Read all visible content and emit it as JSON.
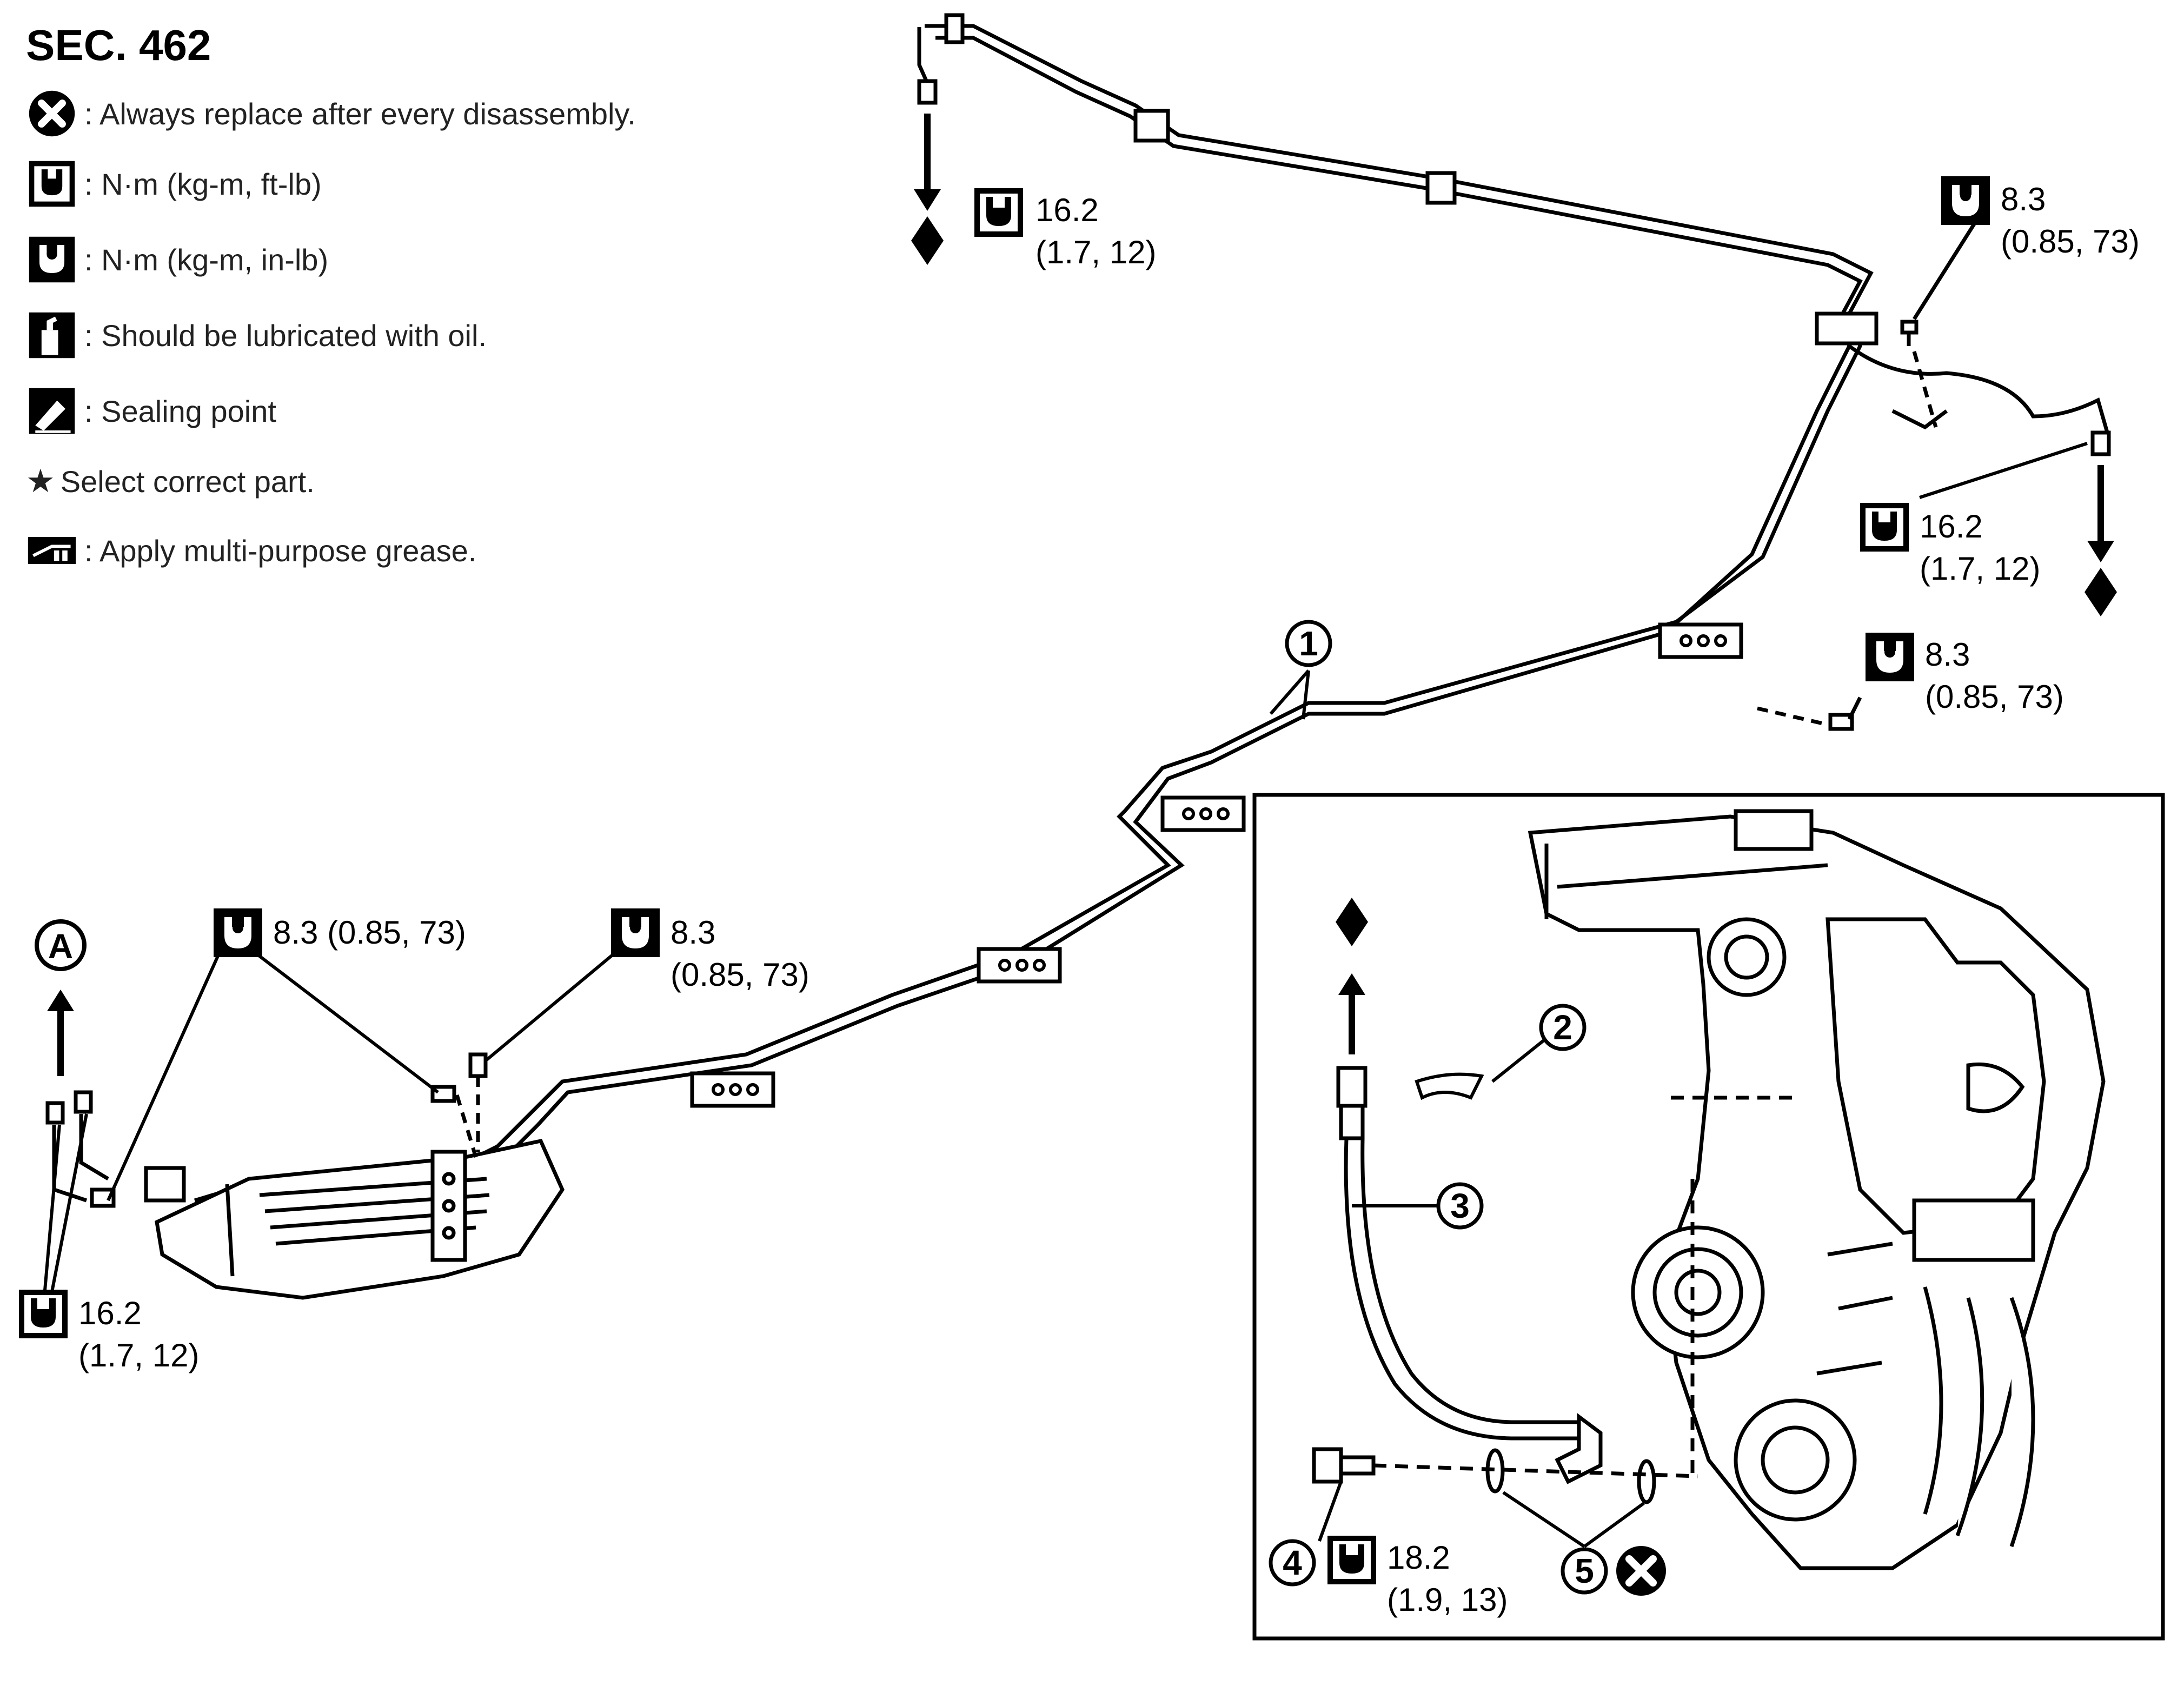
{
  "header": {
    "section": "SEC. 462"
  },
  "legend": [
    {
      "icon": "always-replace-icon",
      "text": ": Always replace after every disassembly."
    },
    {
      "icon": "torque-ftlb-icon",
      "text": ": N·m (kg-m, ft-lb)"
    },
    {
      "icon": "torque-inlb-icon",
      "text": ": N·m (kg-m, in-lb)"
    },
    {
      "icon": "oil-can-icon",
      "text": ": Should be lubricated with oil."
    },
    {
      "icon": "sealing-point-icon",
      "text": ": Sealing point"
    },
    {
      "icon": "star-icon",
      "text": "Select correct part."
    },
    {
      "icon": "grease-icon",
      "text": ": Apply multi-purpose grease."
    }
  ],
  "torque_labels": {
    "top_left_value": "16.2",
    "top_left_sub": "(1.7, 12)",
    "top_right_bolt_value": "8.3",
    "top_right_bolt_sub": "(0.85, 73)",
    "right_fitting_value": "16.2",
    "right_fitting_sub": "(1.7, 12)",
    "mid_right_bolt_value": "8.3",
    "mid_right_bolt_sub": "(0.85, 73)",
    "left_bolt_full": "8.3 (0.85, 73)",
    "center_bolt_value": "8.3",
    "center_bolt_sub": "(0.85, 73)",
    "bottom_left_value": "16.2",
    "bottom_left_sub": "(1.7, 12)",
    "inset_bolt_value": "18.2",
    "inset_bolt_sub": "(1.9, 13)"
  },
  "callouts": {
    "view_a": "A",
    "part_1": "1",
    "part_2": "2",
    "part_3": "3",
    "part_4": "4",
    "part_5": "5"
  },
  "colors": {
    "ink": "#000000",
    "paper": "#ffffff"
  }
}
